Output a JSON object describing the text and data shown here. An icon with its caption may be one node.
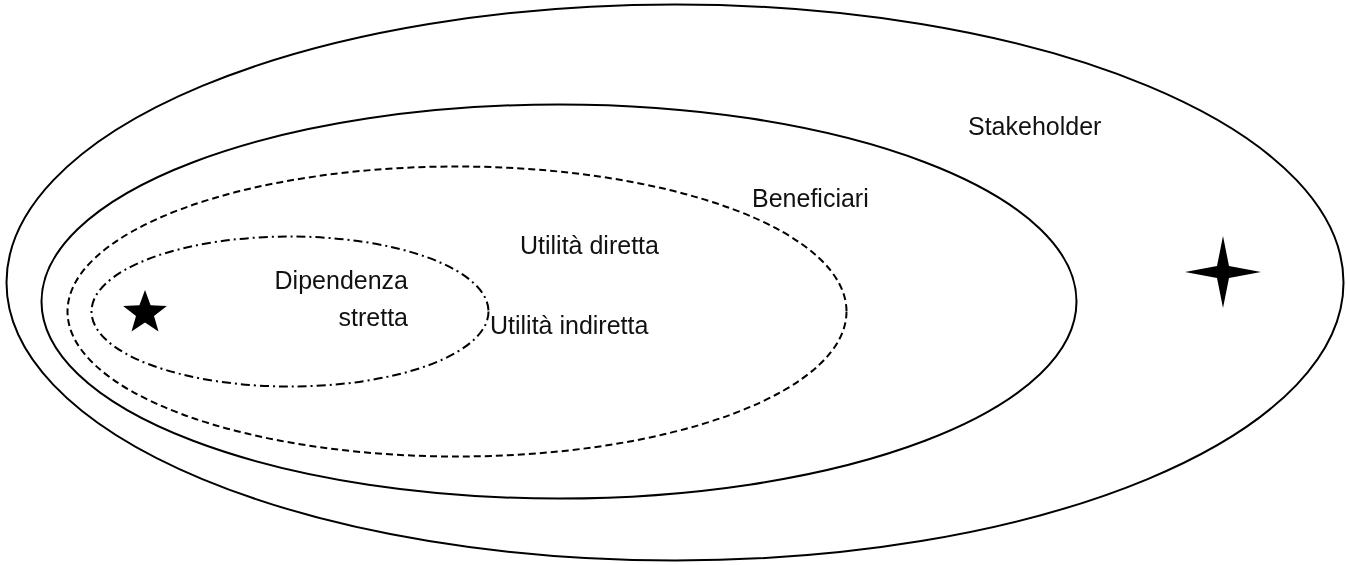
{
  "diagram": {
    "nodes": [
      {
        "text": [
          "Stakeholder"
        ]
      },
      {
        "text": [
          "Beneficiari"
        ],
        "in": 0
      },
      {
        "text": [
          "Utilità diretta",
          "Utilità indiretta"
        ],
        "in": 1
      },
      {
        "text": [
          "Dipendenza stretta"
        ],
        "in": 2
      }
    ]
  }
}
